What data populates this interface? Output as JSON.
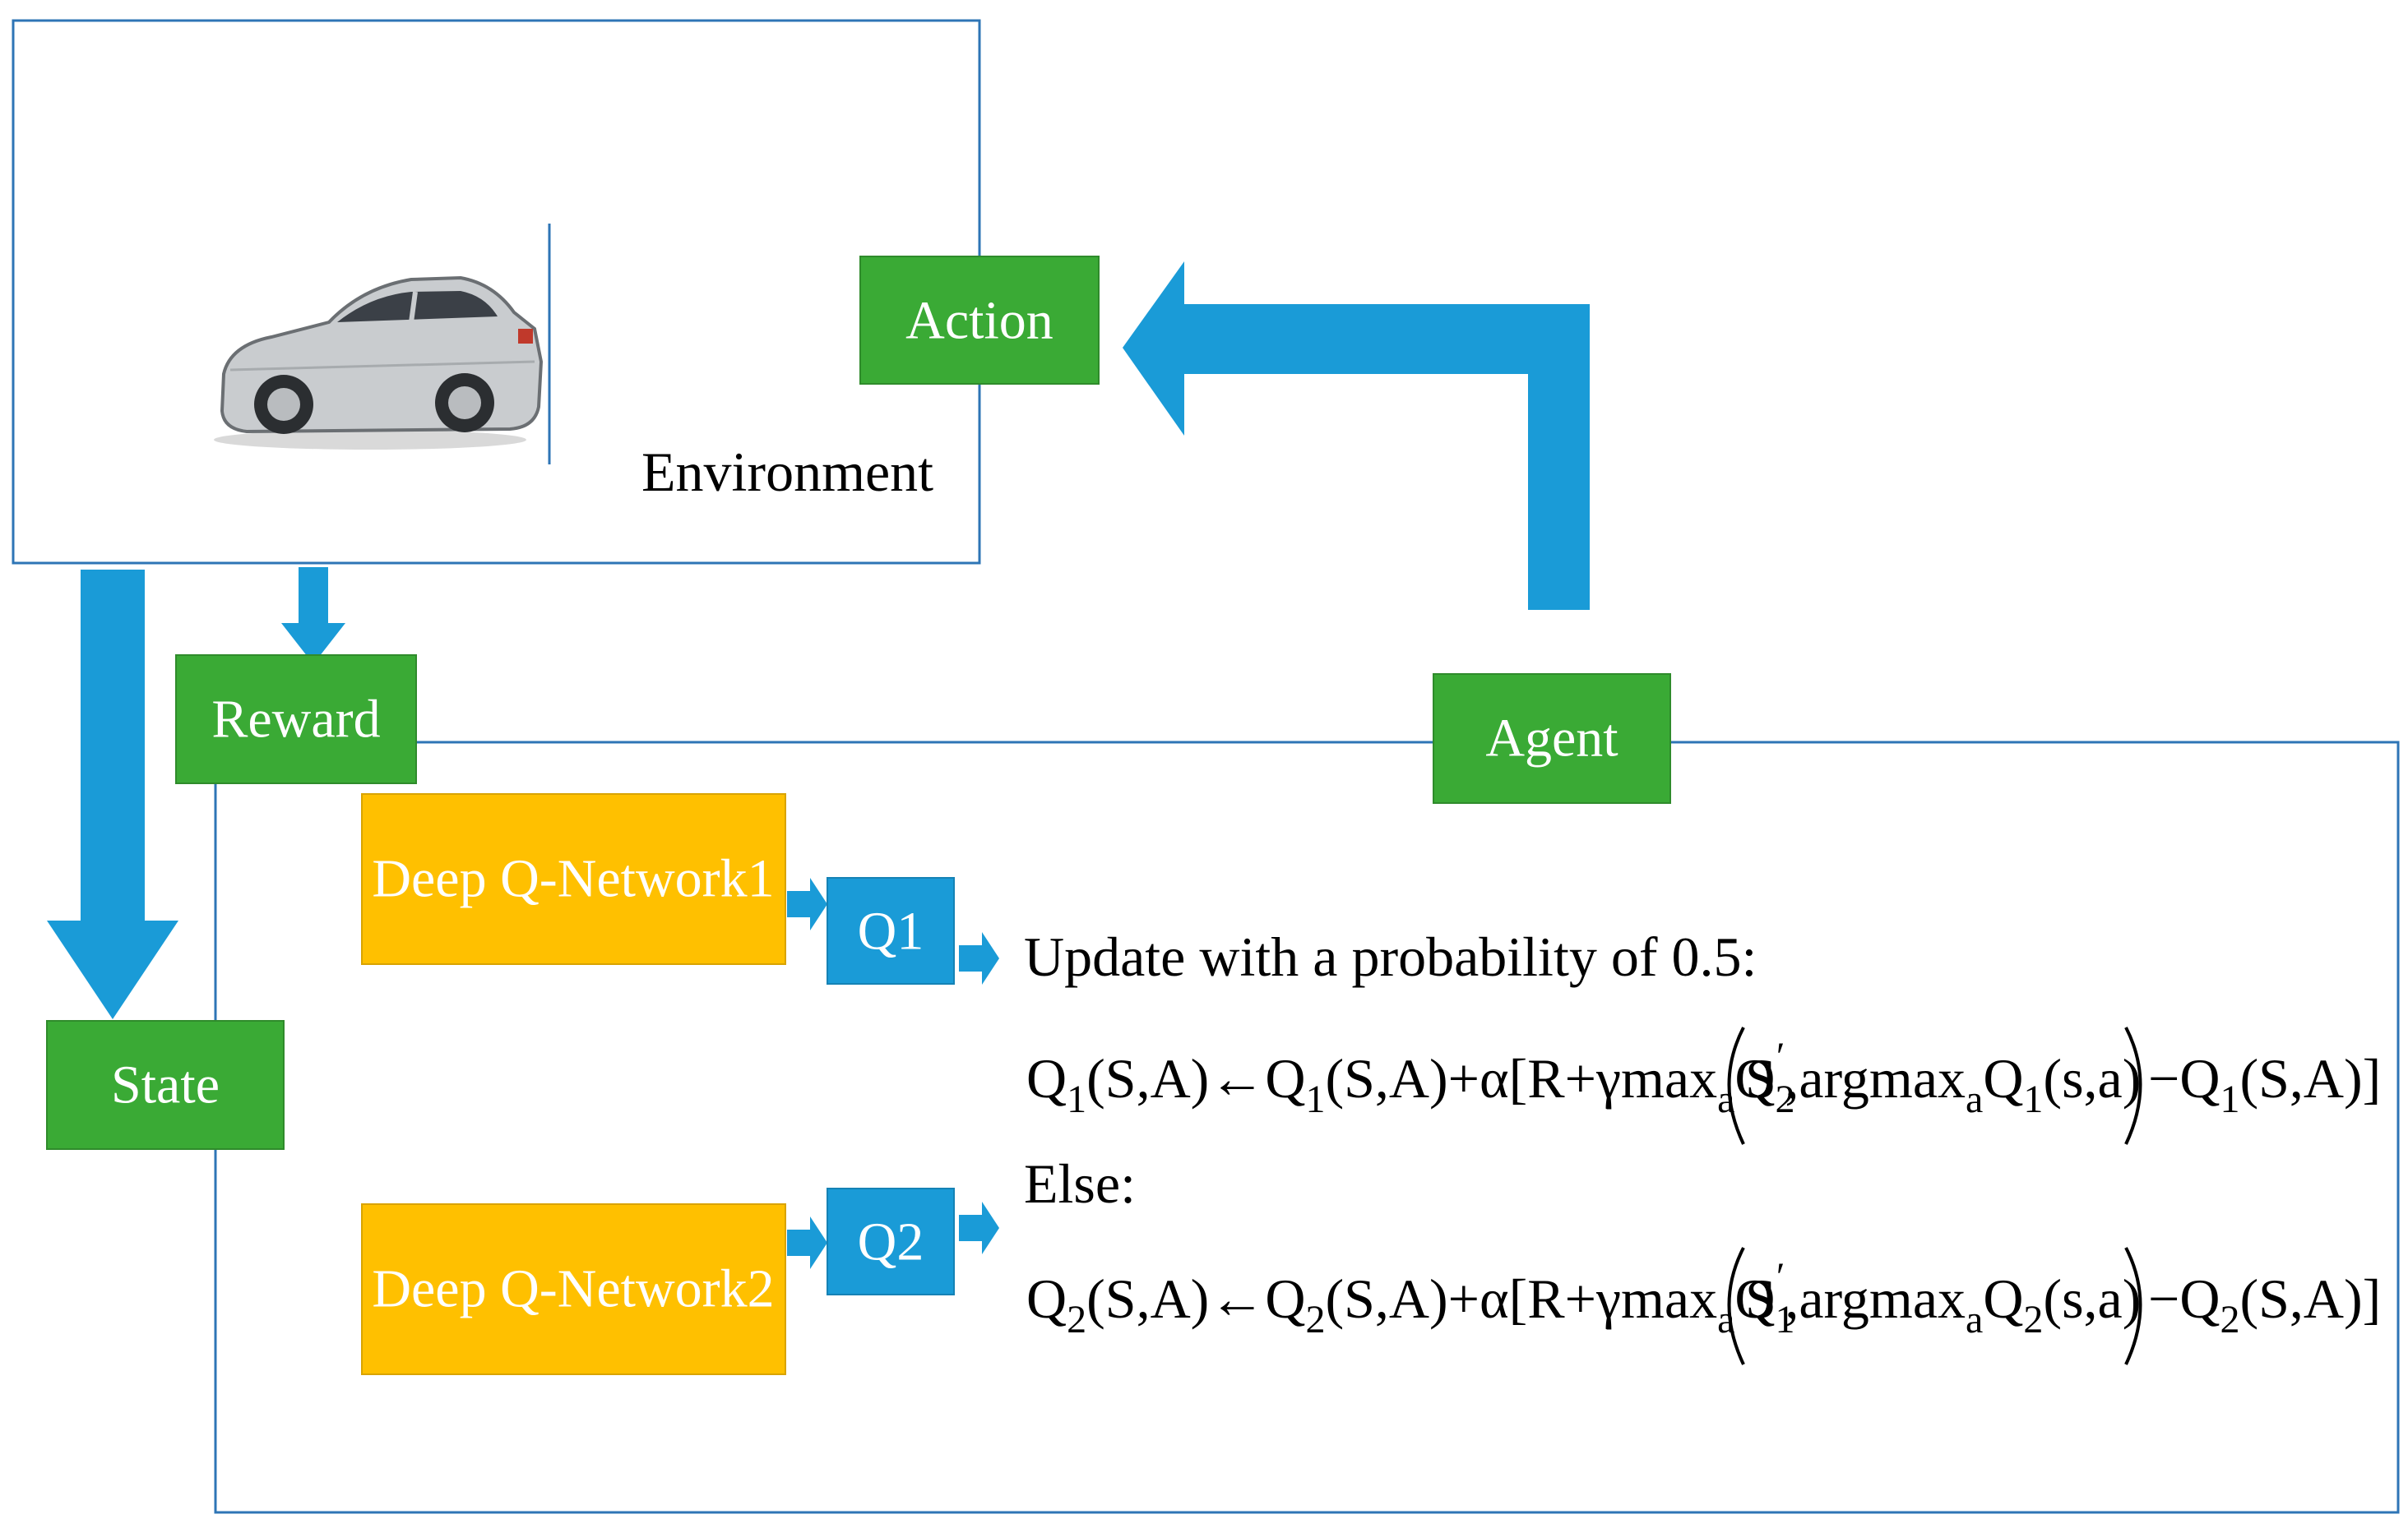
{
  "environment": {
    "label": "Environment"
  },
  "boxes": {
    "action": "Action",
    "reward": "Reward",
    "state": "State",
    "agent": "Agent",
    "dqn1": "Deep Q-Network1",
    "dqn2": "Deep Q-Network2",
    "q1": "Q1",
    "q2": "Q2"
  },
  "update_rule": {
    "condition": "Update with a probability  of 0.5:",
    "else_label": "Else:",
    "eq1": {
      "lhs_a": "Q",
      "lhs_a_sub": "1",
      "lhs_b": "(S,A)←Q",
      "lhs_b_sub": "1",
      "mid": "(S,A)+α[R+γmax",
      "max_sub": "a",
      "q_mid": "Q",
      "q_mid_sub": "2",
      "inner_a": "S",
      "inner_prime": "′",
      "inner_b": ",argmax",
      "argmax_sub": "a",
      "inner_q": "Q",
      "inner_q_sub": "1",
      "inner_c": "(s,a)",
      "tail": "−Q",
      "tail_sub": "1",
      "tail_end": "(S,A)]"
    },
    "eq2": {
      "lhs_a": "Q",
      "lhs_a_sub": "2",
      "lhs_b": "(S,A)←Q",
      "lhs_b_sub": "2",
      "mid": "(S,A)+α[R+γmax",
      "max_sub": "a",
      "q_mid": "Q",
      "q_mid_sub": "1",
      "inner_a": "S",
      "inner_prime": "′",
      "inner_b": ",argmax",
      "argmax_sub": "a",
      "inner_q": "Q",
      "inner_q_sub": "2",
      "inner_c": "(s,a)",
      "tail": "−Q",
      "tail_sub": "2",
      "tail_end": "(S,A)]"
    }
  },
  "colors": {
    "green": "#3aaa35",
    "blue": "#1a9bd7",
    "orange": "#ffc000",
    "frame": "#2e75b6"
  },
  "icons": {
    "vehicle": "car-icon"
  }
}
